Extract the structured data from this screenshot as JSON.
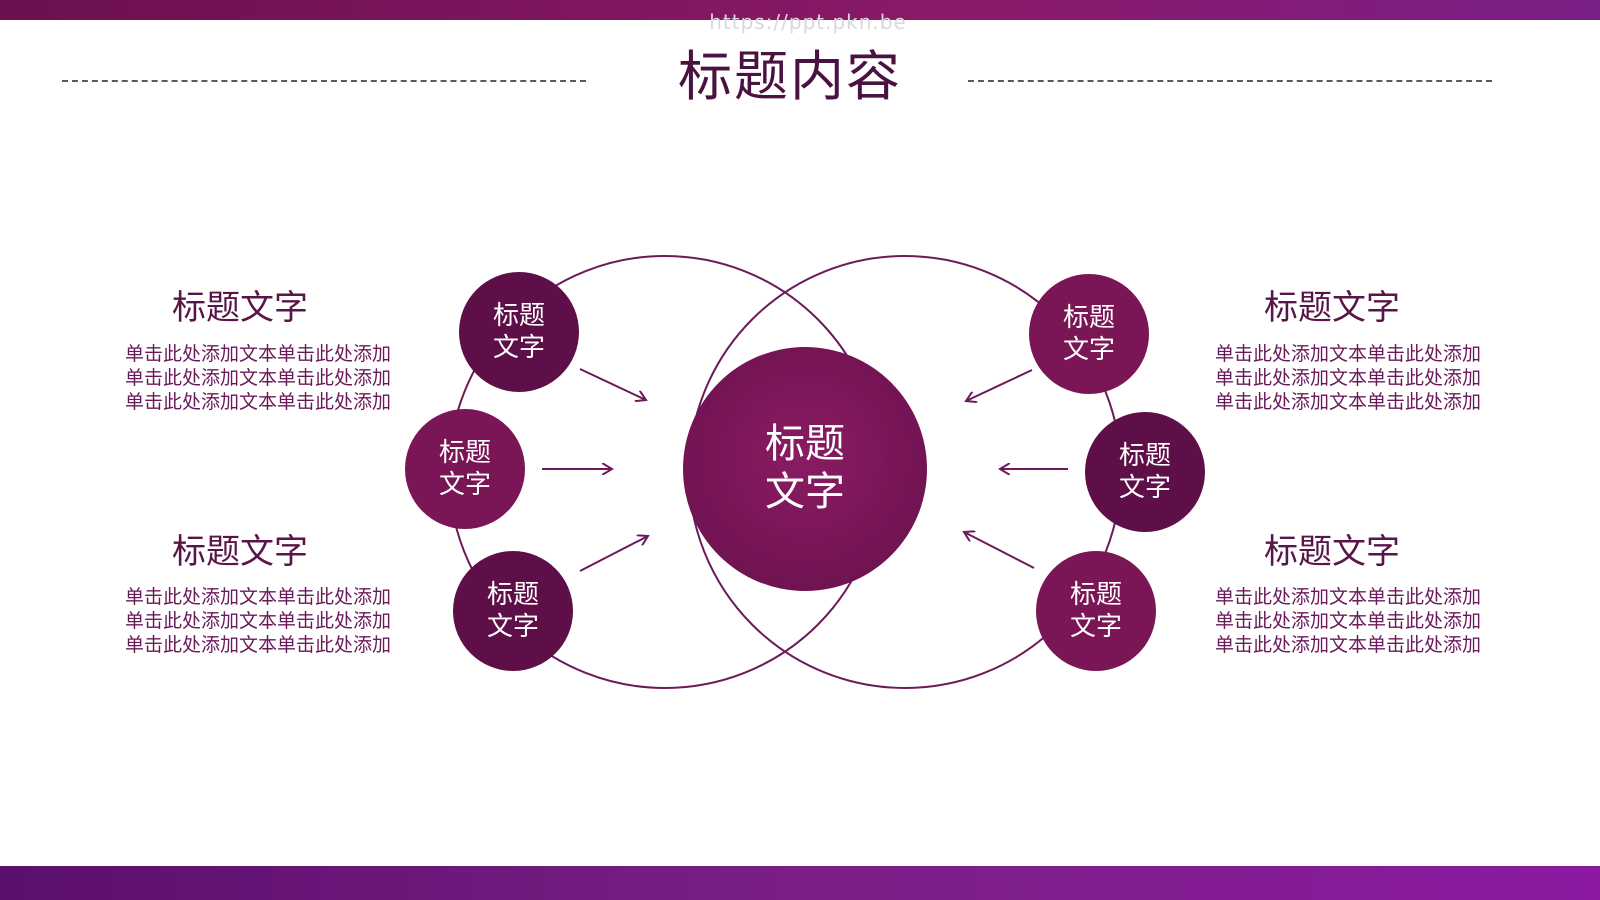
{
  "watermark": "https://ppt.pkn.be",
  "title": "标题内容",
  "center_node": {
    "line1": "标题",
    "line2": "文字"
  },
  "satellites": [
    {
      "line1": "标题",
      "line2": "文字"
    },
    {
      "line1": "标题",
      "line2": "文字"
    },
    {
      "line1": "标题",
      "line2": "文字"
    },
    {
      "line1": "标题",
      "line2": "文字"
    },
    {
      "line1": "标题",
      "line2": "文字"
    },
    {
      "line1": "标题",
      "line2": "文字"
    }
  ],
  "panels": [
    {
      "title": "标题文字",
      "lines": [
        "单击此处添加文本单击此处添加",
        "单击此处添加文本单击此处添加",
        "单击此处添加文本单击此处添加"
      ]
    },
    {
      "title": "标题文字",
      "lines": [
        "单击此处添加文本单击此处添加",
        "单击此处添加文本单击此处添加",
        "单击此处添加文本单击此处添加"
      ]
    },
    {
      "title": "标题文字",
      "lines": [
        "单击此处添加文本单击此处添加",
        "单击此处添加文本单击此处添加",
        "单击此处添加文本单击此处添加"
      ]
    },
    {
      "title": "标题文字",
      "lines": [
        "单击此处添加文本单击此处添加",
        "单击此处添加文本单击此处添加",
        "单击此处添加文本单击此处添加"
      ]
    }
  ],
  "colors": {
    "primary": "#7a1556",
    "dark": "#5e0f48",
    "text": "#5a1548",
    "band": "#7b1f86"
  }
}
